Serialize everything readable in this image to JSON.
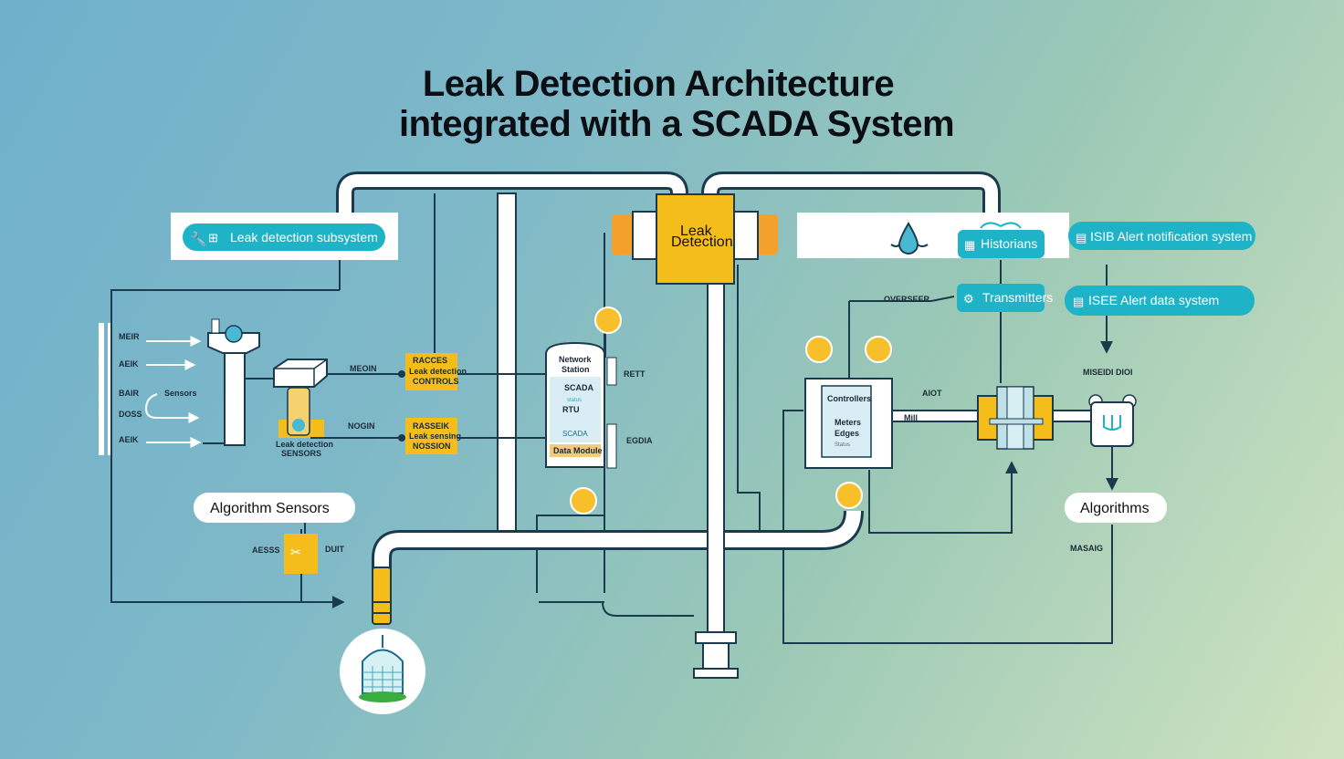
{
  "title": {
    "line1": "Leak Detection Architecture",
    "line2": "integrated with a SCADA System"
  },
  "colors": {
    "pipe_fill": "#ffffff",
    "pipe_stroke": "#1b3a4e",
    "accent_yellow": "#f4bd1b",
    "accent_orange": "#f3a02d",
    "accent_cyan": "#1fb3c8",
    "wire": "#1b3a4e"
  },
  "pills": [
    {
      "id": "leak-detection-subsystem",
      "icon": "sensor-icon",
      "text": "Leak detection subsystem"
    },
    {
      "id": "historians",
      "icon": "server-icon",
      "text": "Historians"
    },
    {
      "id": "alert-notification-system",
      "icon": "alert-icon",
      "text": "ISIB Alert notification system"
    },
    {
      "id": "transmitters",
      "icon": "network-icon",
      "text": "Transmitters"
    },
    {
      "id": "alert-data-system",
      "icon": "alert-icon",
      "text": "ISEE Alert data system"
    }
  ],
  "central_box": {
    "line1": "Leak",
    "line2": "Detection"
  },
  "nodes": {
    "algorithm_sensors": "Algorithm Sensors",
    "algorithms": "Algorithms"
  },
  "labels": {
    "left_scale": [
      "MEIR",
      "AEIK",
      "BAIR",
      "DOSS",
      "AEIK"
    ],
    "sensors_note": "Sensors",
    "line_a": "MEOIN",
    "line_b": "NOGIN",
    "yellow_box_1": [
      "RACCES",
      "Leak detection",
      "CONTROLS"
    ],
    "yellow_box_2": [
      "RASSEIK",
      "Leak sensing",
      "NOSSION"
    ],
    "sensor_caption": [
      "Leak detection",
      "SENSORS"
    ],
    "rtu_panel": [
      "Network",
      "Station",
      "SCADA",
      "status",
      "RTU",
      "SCADA",
      "Data Module"
    ],
    "rtu_right_top": "RETT",
    "rtu_right_bottom": "EGDIA",
    "left_small_1": "AESSS",
    "left_small_2": "DUIT",
    "controller_panel": [
      "Controllers",
      "Meters",
      "Edges",
      "Status"
    ],
    "controller_side": "AIOT",
    "controller_pipe_tag": "Mill",
    "overseer": "OVERSEER",
    "right_label": "MISEIDI DIOI",
    "right_bottom": "MASAIG"
  }
}
